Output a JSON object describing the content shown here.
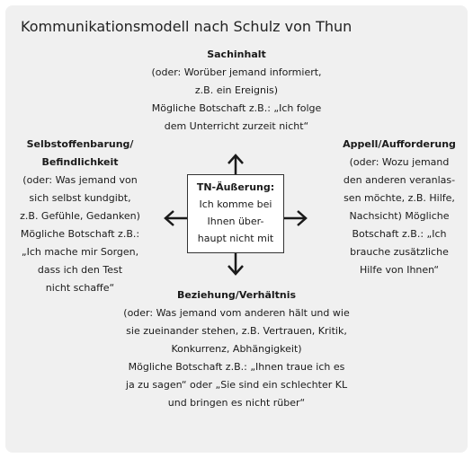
{
  "title": "Kommunikationsmodell nach Schulz von Thun",
  "center": {
    "heading": "TN-Äußerung:",
    "lines": [
      "Ich komme bei",
      "Ihnen über-",
      "haupt nicht mit"
    ]
  },
  "top": {
    "heading": "Sachinhalt",
    "lines": [
      "(oder: Worüber jemand informiert,",
      "z.B. ein Ereignis)",
      "Mögliche Botschaft z.B.: „Ich folge",
      "dem Unterricht zurzeit nicht“"
    ]
  },
  "left": {
    "heading_lines": [
      "Selbstoffenbarung/",
      "Befindlichkeit"
    ],
    "lines": [
      "(oder: Was jemand von",
      "sich selbst kundgibt,",
      "z.B. Gefühle, Gedanken)",
      "Mögliche Botschaft z.B.:",
      "„Ich mache mir Sorgen,",
      "dass ich den Test",
      "nicht schaffe“"
    ]
  },
  "right": {
    "heading": "Appell/Aufforderung",
    "lines": [
      "(oder: Wozu jemand",
      "den anderen veranlas-",
      "sen möchte, z.B. Hilfe,",
      "Nachsicht) Mögliche",
      "Botschaft z.B.: „Ich",
      "brauche zusätzliche",
      "Hilfe von Ihnen“"
    ]
  },
  "bottom": {
    "heading": "Beziehung/Verhältnis",
    "lines": [
      "(oder: Was jemand vom anderen hält und wie",
      "sie zueinander stehen, z.B. Vertrauen, Kritik,",
      "Konkurrenz, Abhängigkeit)",
      "Mögliche Botschaft z.B.: „Ihnen traue ich es",
      "ja zu sagen“ oder „Sie sind ein schlechter KL",
      "und bringen es nicht rüber“"
    ]
  },
  "colors": {
    "panel": "#f0f0f0",
    "text": "#1a1a1a",
    "arrow": "#1a1a1a"
  }
}
